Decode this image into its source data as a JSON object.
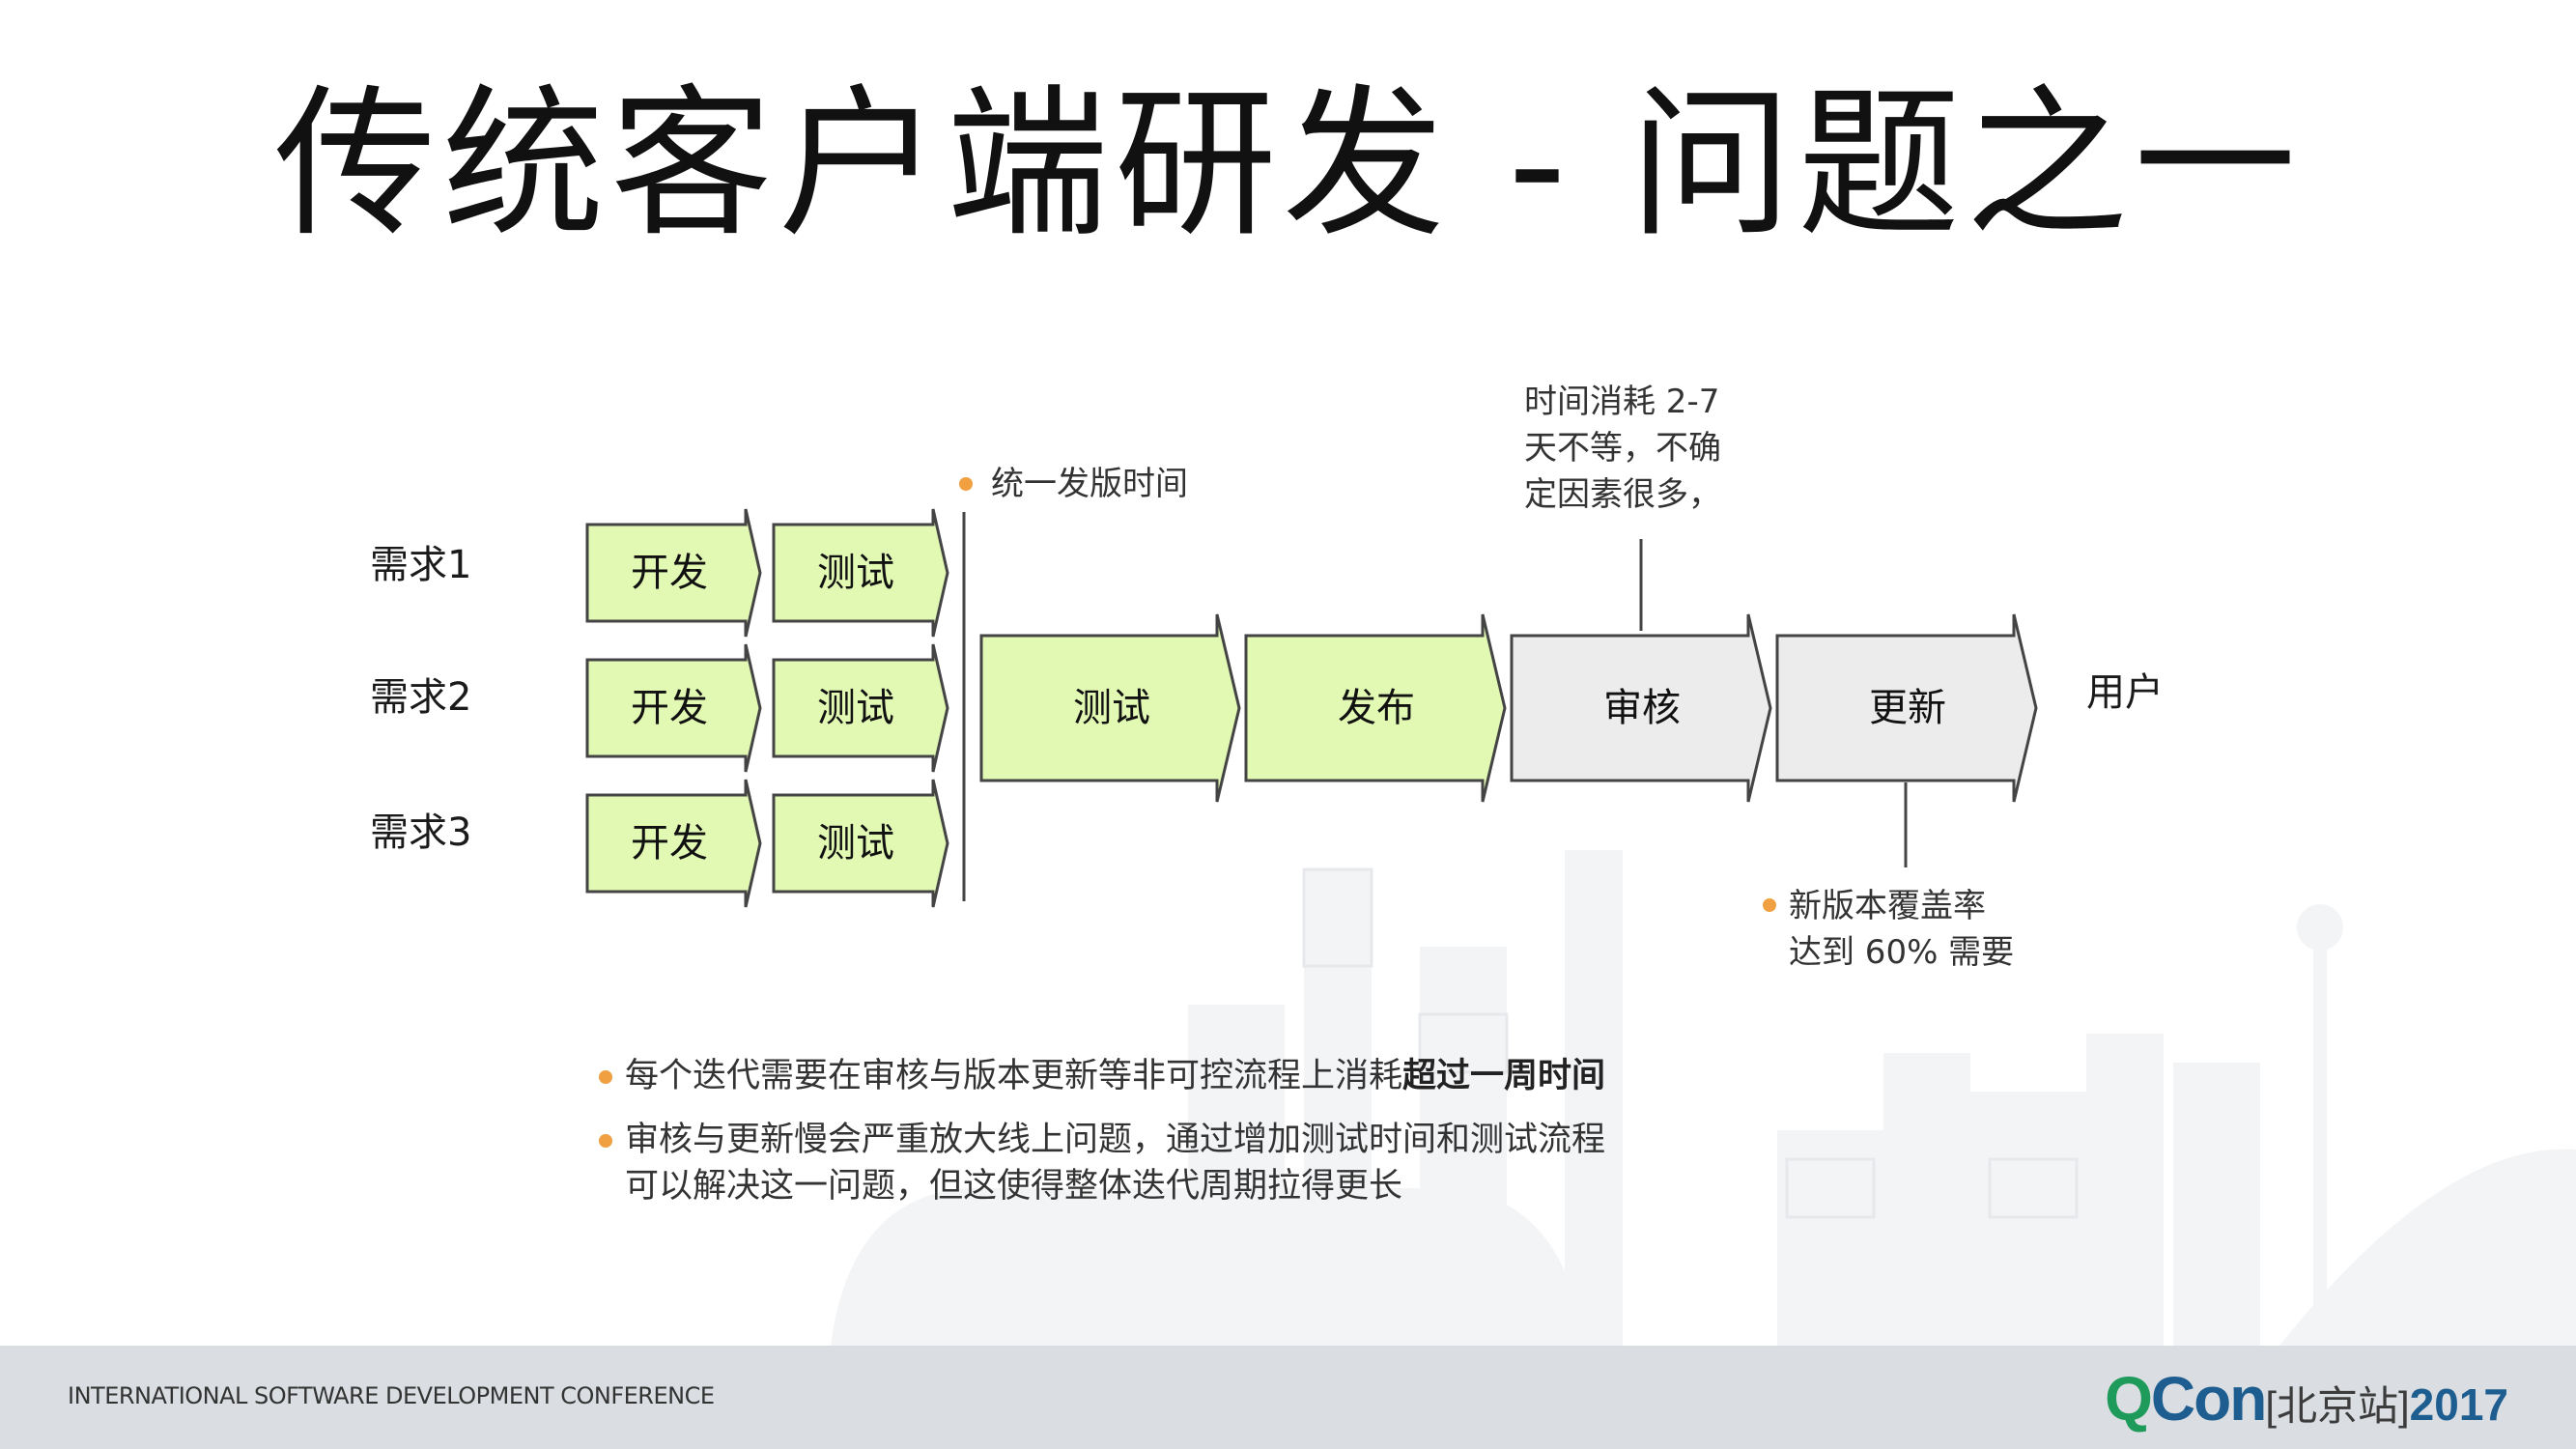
{
  "title": "传统客户端研发 - 问题之一",
  "requirements": [
    {
      "label": "需求1",
      "stages": [
        "开发",
        "测试"
      ]
    },
    {
      "label": "需求2",
      "stages": [
        "开发",
        "测试"
      ]
    },
    {
      "label": "需求3",
      "stages": [
        "开发",
        "测试"
      ]
    }
  ],
  "pipeline": [
    {
      "label": "测试",
      "color": "#e2f9b4"
    },
    {
      "label": "发布",
      "color": "#e2f9b4"
    },
    {
      "label": "审核",
      "color": "#ececec"
    },
    {
      "label": "更新",
      "color": "#ececec"
    }
  ],
  "user_label": "用户",
  "notes": {
    "unified_release": "统一发版时间",
    "review_time": [
      "时间消耗 2-7",
      "天不等，不确",
      "定因素很多，"
    ],
    "coverage": [
      "新版本覆盖率",
      "达到 60% 需要"
    ]
  },
  "bullets": [
    {
      "text": "每个迭代需要在审核与版本更新等非可控流程上消耗",
      "bold": "超过一周时间"
    },
    {
      "lines": [
        "审核与更新慢会严重放大线上问题，通过增加测试时间和测试流程",
        "可以解决这一问题，但这使得整体迭代周期拉得更长"
      ]
    }
  ],
  "footer": {
    "conference": "INTERNATIONAL SOFTWARE DEVELOPMENT CONFERENCE",
    "logo_q": "Q",
    "logo_con": "Con",
    "logo_city": "[北京站]",
    "logo_year": "2017"
  },
  "colors": {
    "green_fill": "#e2f9b4",
    "gray_fill": "#ececec",
    "bullet_dot": "#f0a040",
    "logo_green": "#1e9a5a",
    "logo_blue": "#1d5d8f"
  }
}
